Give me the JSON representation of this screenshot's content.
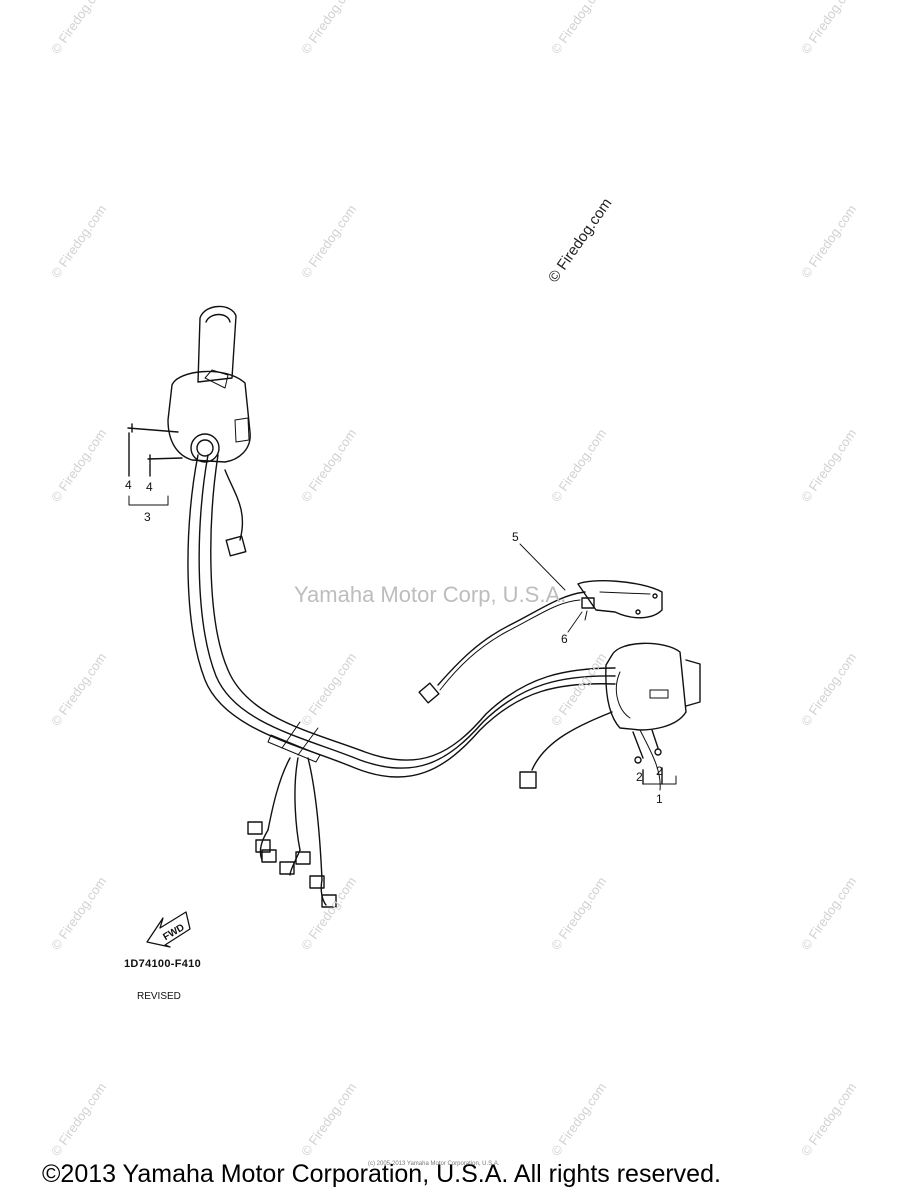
{
  "watermark": {
    "tile_text": "© Firedog.com",
    "diagonal_text": "© Firedog.com",
    "center_text": "Yamaha Motor Corp, U.S.A."
  },
  "callouts": [
    "1",
    "2",
    "2",
    "3",
    "4",
    "4",
    "5",
    "6"
  ],
  "fwd_label": "FWD",
  "part_code": "1D74100-F410",
  "revised_label": "REVISED",
  "tiny_copyright": "(c) 2005-2013 Yamaha Motor Corporation, U.S.A.",
  "copyright": "©2013 Yamaha Motor Corporation, U.S.A. All rights reserved."
}
